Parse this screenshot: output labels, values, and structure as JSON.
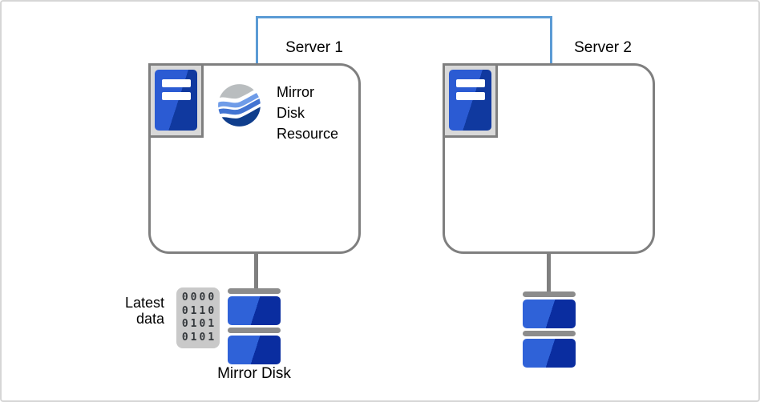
{
  "colors": {
    "interconnect_blue": "#5b9bd5",
    "outline_gray": "#7f7f7f",
    "disk_bar_gray": "#8c8c8c",
    "disk_blue_light": "#2f62d8",
    "disk_blue_dark": "#0a2da0",
    "tower_blue_light": "#2b5bd3",
    "tower_blue_dark": "#10399f",
    "tower_frame_fill": "#d9d9d9",
    "pad_fill": "#c9c9c9",
    "sphere_band_gray": "#b9bdbf",
    "sphere_band_light_blue": "#6f9ce8",
    "sphere_band_mid_blue": "#4274d2",
    "sphere_band_navy": "#0f3d8c"
  },
  "servers": [
    {
      "label": "Server 1",
      "resource_label": "Mirror Disk Resource",
      "resource_label_lines": [
        "Mirror",
        "Disk",
        "Resource"
      ]
    },
    {
      "label": "Server 2"
    }
  ],
  "mirror_disk": {
    "label": "Mirror Disk"
  },
  "latest_data": {
    "label": "Latest data",
    "label_lines": [
      "Latest",
      "data"
    ],
    "binary_rows": [
      "0000",
      "0110",
      "0101",
      "0101"
    ]
  }
}
